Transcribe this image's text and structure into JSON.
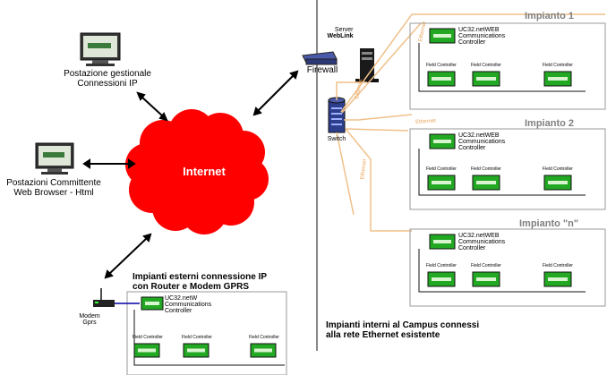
{
  "internet_label": "Internet",
  "postazione_gestionale": [
    "Postazione gestionale",
    "Connessioni IP"
  ],
  "postazioni_committente": [
    "Postazioni Committente",
    "Web Browser - Html"
  ],
  "firewall_label": "Firewall",
  "server_label": [
    "Server",
    "WebLink"
  ],
  "switch_label": "Switch",
  "modem_label": [
    "Modem",
    "Gprs"
  ],
  "esterni_title": [
    "Impianti esterni connessione IP",
    "con Router e Modem GPRS"
  ],
  "interni_caption": [
    "Impianti interni al Campus connessi",
    "alla rete Ethernet esistente"
  ],
  "impianti": [
    {
      "name": "Impianto 1"
    },
    {
      "name": "Impianto 2"
    },
    {
      "name": "Impianto \"n\""
    }
  ],
  "controller_label": [
    "UC32.netWEB",
    "Communications",
    "Controller"
  ],
  "esterni_controller_label": [
    "UC32.netW",
    "Communications",
    "Controller"
  ],
  "field_controller_label": "Field Controller",
  "cable_label": "Ethernet",
  "colors": {
    "cloud": "#ff0000",
    "cable": "#f0c08a",
    "line": "#000000",
    "divider": "#888888",
    "box_border": "#9a9a9a",
    "module_green": "#22a822"
  }
}
